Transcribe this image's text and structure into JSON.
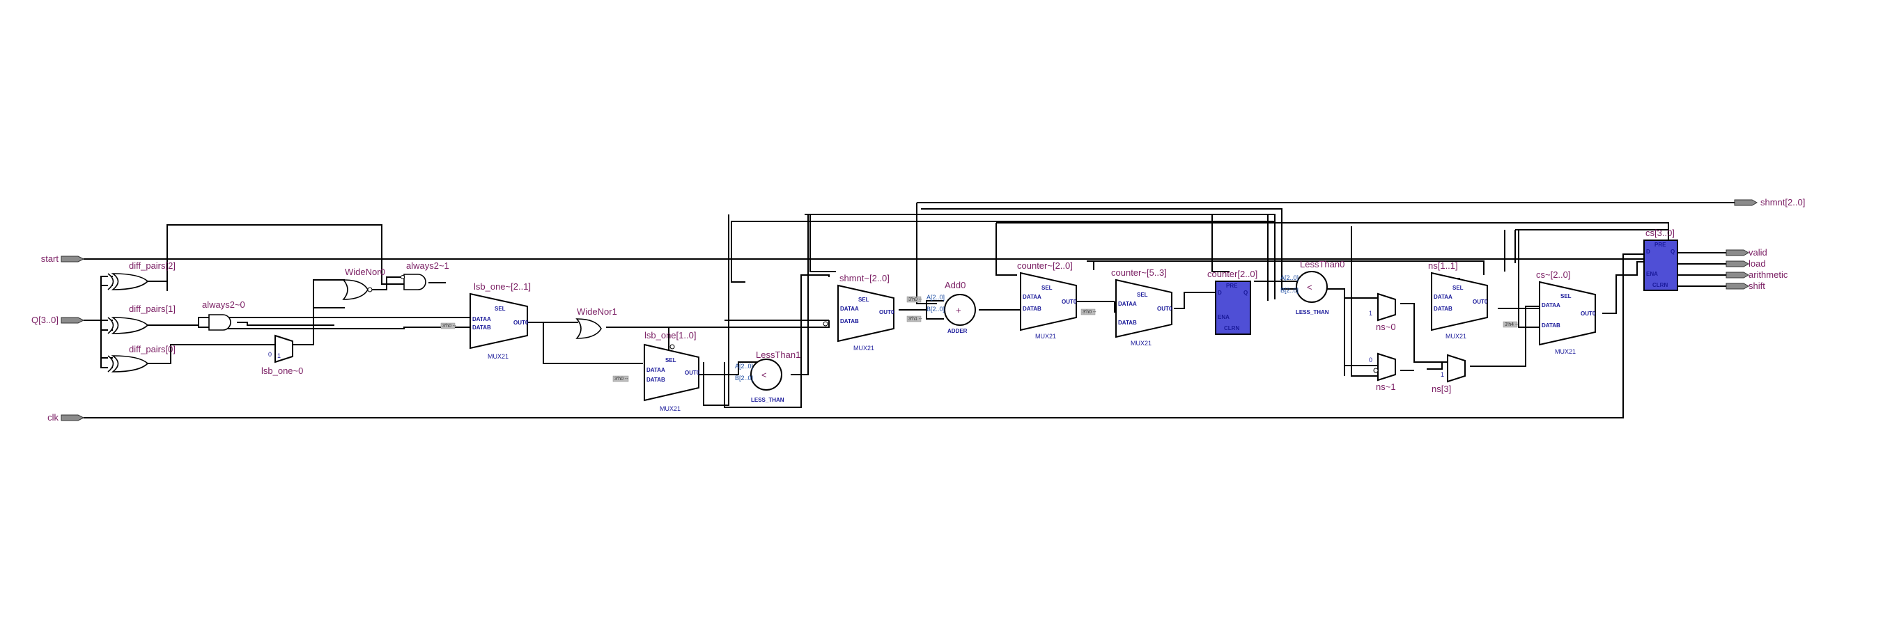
{
  "ports": {
    "inputs": [
      "start",
      "Q[3..0]",
      "clk"
    ],
    "outputs": [
      "shmnt[2..0]",
      "valid",
      "load",
      "arithmetic",
      "shift"
    ]
  },
  "nodes": {
    "diff_pairs2": "diff_pairs[2]",
    "diff_pairs1": "diff_pairs[1]",
    "diff_pairs0": "diff_pairs[0]",
    "always2_0": "always2~0",
    "always2_1": "always2~1",
    "widenor0": "WideNor0",
    "widenor1": "WideNor1",
    "lsb_one_0": "lsb_one~0",
    "lsb_one_21": "lsb_one~[2..1]",
    "lsb_one_10": "lsb_one[1..0]",
    "lessthan1": "LessThan1",
    "shmnt_20": "shmnt~[2..0]",
    "add0": "Add0",
    "counter_20": "counter~[2..0]",
    "counter_53": "counter~[5..3]",
    "counter20": "counter[2..0]",
    "lessthan0": "LessThan0",
    "ns0": "ns~0",
    "ns1": "ns~1",
    "ns10": "ns[1..1]",
    "ns3": "ns[3]",
    "cs_20": "cs~[2..0]",
    "cs30": "cs[3..0]"
  },
  "labels": {
    "mux21": "MUX21",
    "sel": "SEL",
    "dataa": "DATAA",
    "datab": "DATAB",
    "out0": "OUT0",
    "adder": "ADDER",
    "less_than": "LESS_THAN",
    "pre": "PRE",
    "clrn": "CLRN",
    "ena": "ENA",
    "d": "D",
    "q": "Q",
    "plus": "+",
    "lt": "<",
    "bus_a20": "A[2..0]",
    "bus_b20": "B[2..0]",
    "const_h0": "3'h0 --",
    "const_h1": "3'h1 --",
    "const_h4": "3'h4 --",
    "pin0": "0",
    "pin1": "1"
  }
}
